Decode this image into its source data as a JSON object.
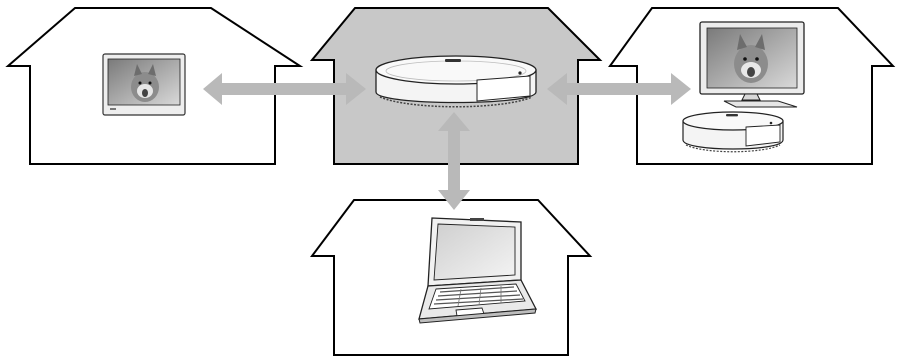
{
  "diagram": {
    "houses": [
      {
        "id": "left-house",
        "shaded": false,
        "device": "small-tv-icon"
      },
      {
        "id": "center-house",
        "shaded": true,
        "device": "media-server-icon"
      },
      {
        "id": "right-house",
        "shaded": false,
        "device": "large-tv-with-server-icon"
      },
      {
        "id": "bottom-house",
        "shaded": false,
        "device": "laptop-icon"
      }
    ],
    "connections": [
      {
        "from": "center-house",
        "to": "left-house",
        "style": "double-arrow"
      },
      {
        "from": "center-house",
        "to": "right-house",
        "style": "double-arrow"
      },
      {
        "from": "center-house",
        "to": "bottom-house",
        "style": "double-arrow"
      }
    ],
    "colors": {
      "outline": "#000000",
      "shaded_house": "#c8c8c8",
      "arrow": "#b9b9b9",
      "device_body": "#f2f2f2",
      "device_dark": "#3a3a3a"
    }
  }
}
